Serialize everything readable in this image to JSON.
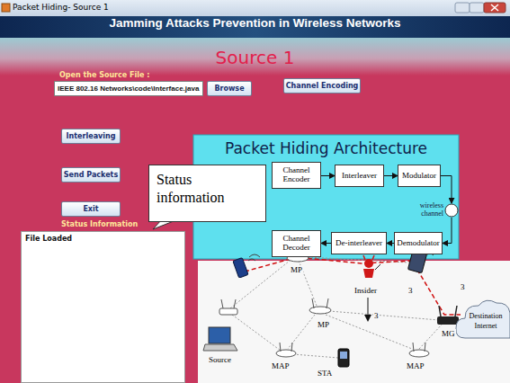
{
  "diagram": {
    "title": "Jamming Attacks Prevention in Wireless Networks",
    "nodes": [
      {
        "text": [
          "IEEE 802.16 Networks\\code\\Interface.java"
        ]
      },
      {
        "text": [
          "Browse"
        ]
      },
      {
        "text": [
          "Channel Encoding"
        ]
      },
      {
        "text": [
          "Interleaving"
        ]
      },
      {
        "text": [
          "Status information"
        ]
      },
      {
        "text": [
          "Packet Hiding Architecture"
        ]
      },
      {
        "text": [
          "Channel Encoder"
        ],
        "in": 5
      },
      {
        "text": [
          "Interleaver"
        ],
        "in": 5
      },
      {
        "text": [
          "Modulator"
        ],
        "in": 5
      },
      {
        "text": [
          "wireless channel"
        ],
        "in": 5
      },
      {
        "text": [
          "Channel Decoder"
        ],
        "in": 5
      },
      {
        "text": [
          "De-interleaver"
        ],
        "in": 5
      },
      {
        "text": [
          "Demodulator"
        ],
        "in": 5
      },
      {
        "text": [
          "Send Packets"
        ]
      },
      {
        "text": [
          "Exit"
        ]
      },
      {
        "text": [
          "File Loaded"
        ]
      },
      {
        "text": [
          "Destination",
          "Internet"
        ]
      }
    ],
    "edges": [
      {
        "from": 6,
        "to": 7,
        "arrow": "to"
      },
      {
        "from": 7,
        "to": 8,
        "arrow": "to"
      },
      {
        "from": 8,
        "to": 9,
        "arrow": "to"
      },
      {
        "from": 9,
        "to": 12,
        "arrow": "to"
      },
      {
        "from": 12,
        "to": 11,
        "arrow": "to"
      },
      {
        "from": 11,
        "to": 10,
        "arrow": "to"
      }
    ],
    "labels": [
      "Packet Hiding- Source 1",
      "Source 1",
      "Open the Source File :",
      "Status Information",
      "MP",
      "Insider",
      "3",
      "3",
      "3",
      "MP",
      "MG",
      "Source",
      "MAP",
      "STA",
      "MAP"
    ]
  }
}
